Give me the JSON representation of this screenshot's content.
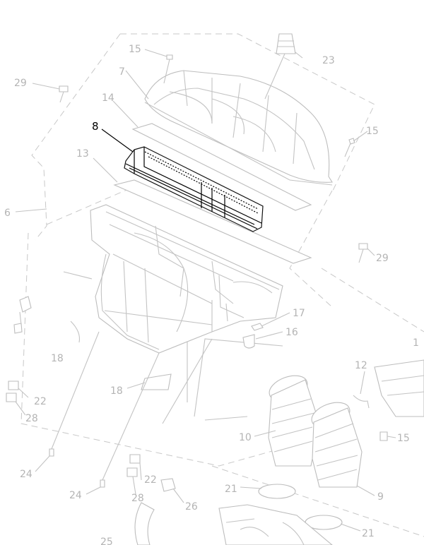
{
  "callouts": [
    {
      "id": "c8",
      "text": "8",
      "highlight": true
    },
    {
      "id": "c15a",
      "text": "15"
    },
    {
      "id": "c23",
      "text": "23"
    },
    {
      "id": "c29a",
      "text": "29"
    },
    {
      "id": "c7",
      "text": "7"
    },
    {
      "id": "c14",
      "text": "14"
    },
    {
      "id": "c15b",
      "text": "15"
    },
    {
      "id": "c13",
      "text": "13"
    },
    {
      "id": "c6",
      "text": "6"
    },
    {
      "id": "c29b",
      "text": "29"
    },
    {
      "id": "c17",
      "text": "17"
    },
    {
      "id": "c16",
      "text": "16"
    },
    {
      "id": "c1",
      "text": "1"
    },
    {
      "id": "c18a",
      "text": "18"
    },
    {
      "id": "c12",
      "text": "12"
    },
    {
      "id": "c18b",
      "text": "18"
    },
    {
      "id": "c22a",
      "text": "22"
    },
    {
      "id": "c28a",
      "text": "28"
    },
    {
      "id": "c10",
      "text": "10"
    },
    {
      "id": "c15c",
      "text": "15"
    },
    {
      "id": "c24a",
      "text": "24"
    },
    {
      "id": "c22b",
      "text": "22"
    },
    {
      "id": "c24b",
      "text": "24"
    },
    {
      "id": "c28b",
      "text": "28"
    },
    {
      "id": "c26",
      "text": "26"
    },
    {
      "id": "c21a",
      "text": "21"
    },
    {
      "id": "c9",
      "text": "9"
    },
    {
      "id": "c21b",
      "text": "21"
    },
    {
      "id": "c25",
      "text": "25"
    }
  ],
  "colors": {
    "line": "#c3c3c3",
    "highlight": "#000000",
    "label": "#b4b4b4",
    "background": "#ffffff"
  }
}
